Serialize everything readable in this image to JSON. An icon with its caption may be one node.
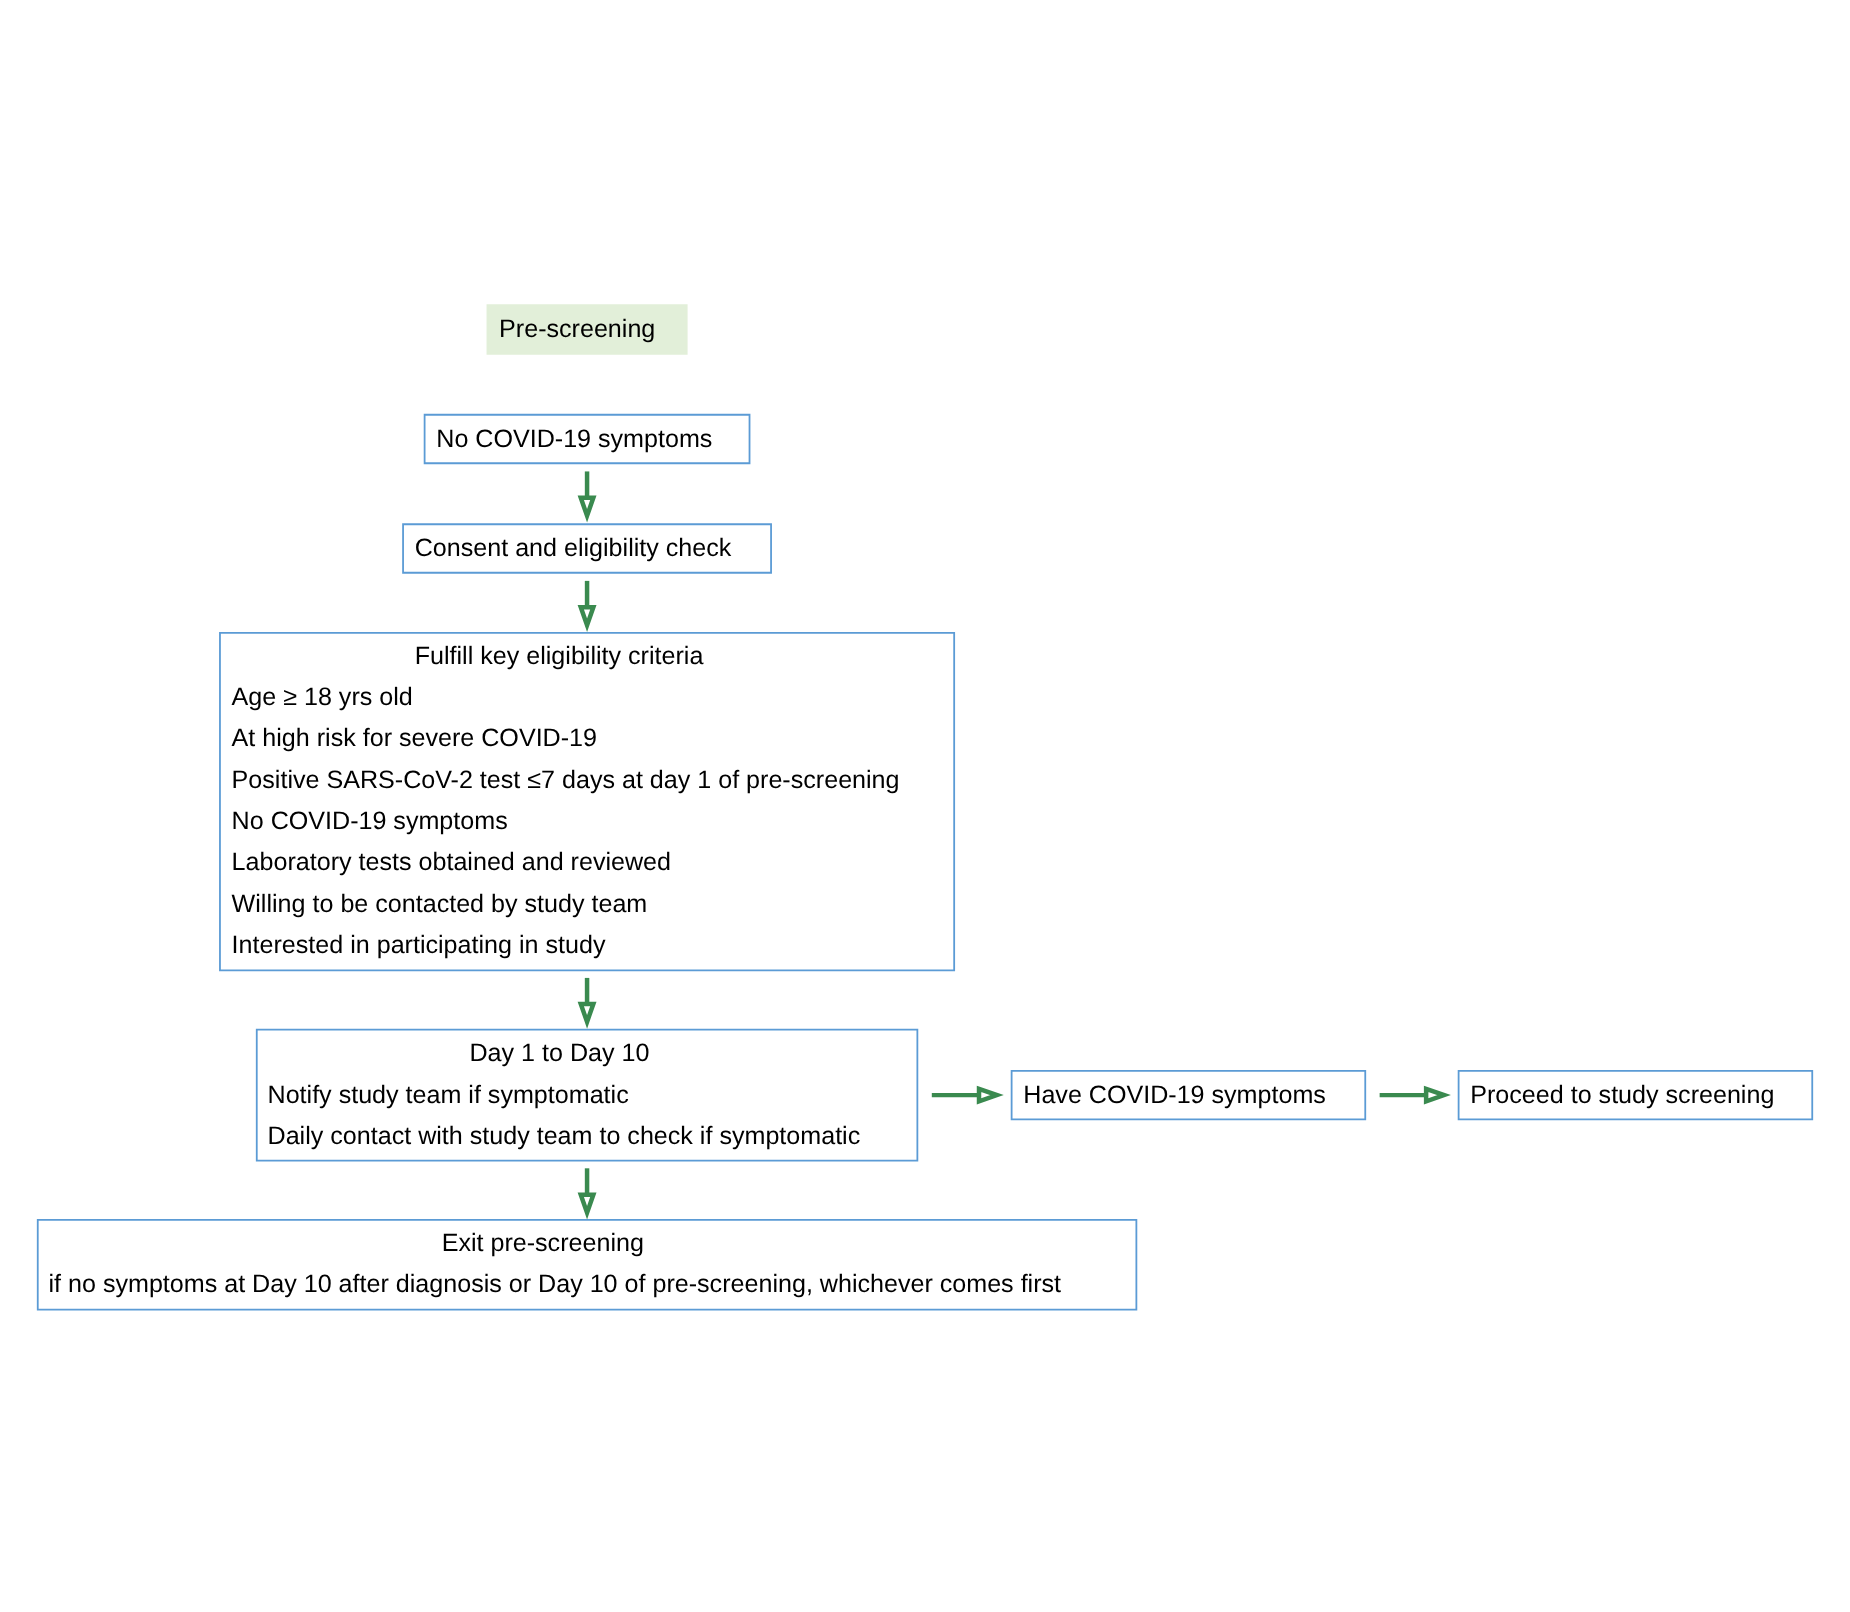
{
  "diagram": {
    "nodes": [
      {
        "text": [
          "Pre-screening"
        ]
      },
      {
        "text": [
          "No COVID-19 symptoms"
        ]
      },
      {
        "text": [
          "Consent and eligibility check"
        ]
      },
      {
        "text": [
          "Fulfill key eligibility criteria",
          "Age ≥ 18 yrs old",
          "At high risk for severe COVID-19",
          "Positive SARS-CoV-2 test ≤7 days at day 1 of pre-screening",
          "No COVID-19 symptoms",
          "Laboratory tests obtained and reviewed",
          "Willing to be contacted by study team",
          "Interested in participating in study"
        ]
      },
      {
        "text": [
          "Day 1 to Day 10",
          "Notify study team if symptomatic",
          "Daily contact with study team to check if symptomatic"
        ]
      },
      {
        "text": [
          "Have COVID-19 symptoms"
        ]
      },
      {
        "text": [
          "Proceed to study screening"
        ]
      },
      {
        "text": [
          "Exit pre-screening",
          "if no symptoms at Day 10 after diagnosis or Day 10 of pre-screening, whichever comes first"
        ]
      }
    ],
    "edges": [
      {
        "from": 1,
        "to": 2,
        "arrow": "to"
      },
      {
        "from": 2,
        "to": 3,
        "arrow": "to"
      },
      {
        "from": 3,
        "to": 4,
        "arrow": "to"
      },
      {
        "from": 4,
        "to": 5,
        "arrow": "to"
      },
      {
        "from": 5,
        "to": 6,
        "arrow": "to"
      },
      {
        "from": 4,
        "to": 7,
        "arrow": "to"
      }
    ]
  }
}
